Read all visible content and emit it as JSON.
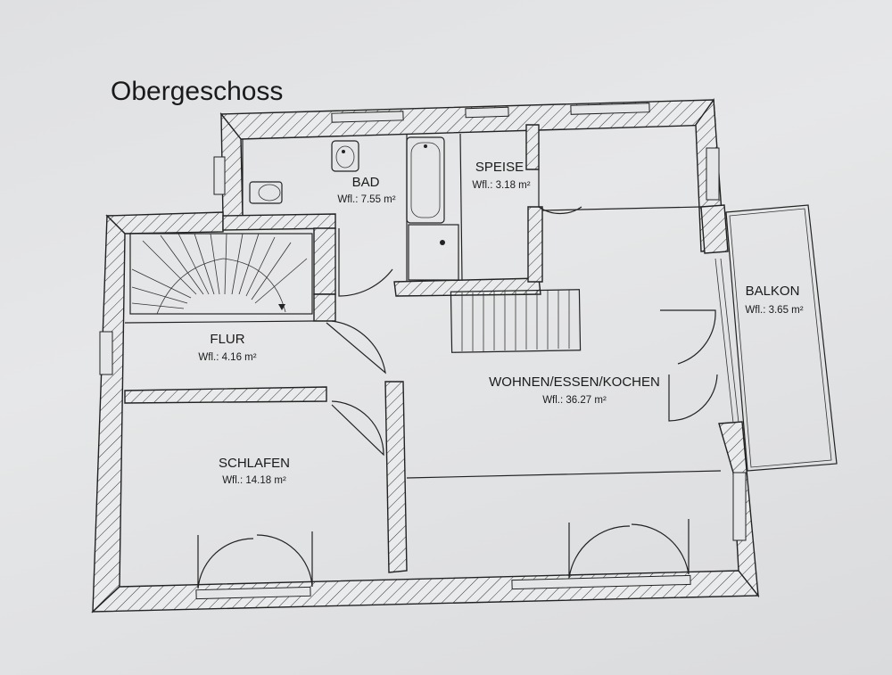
{
  "title": "Obergeschoss",
  "rooms": {
    "bad": {
      "name": "BAD",
      "area": "Wfl.: 7.55 m²"
    },
    "speise": {
      "name": "SPEISE",
      "area": "Wfl.: 3.18 m²"
    },
    "balkon": {
      "name": "BALKON",
      "area": "Wfl.: 3.65 m²"
    },
    "flur": {
      "name": "FLUR",
      "area": "Wfl.: 4.16 m²"
    },
    "wohnen": {
      "name": "WOHNEN/ESSEN/KOCHEN",
      "area": "Wfl.: 36.27 m²"
    },
    "schlafen": {
      "name": "SCHLAFEN",
      "area": "Wfl.: 14.18 m²"
    }
  }
}
